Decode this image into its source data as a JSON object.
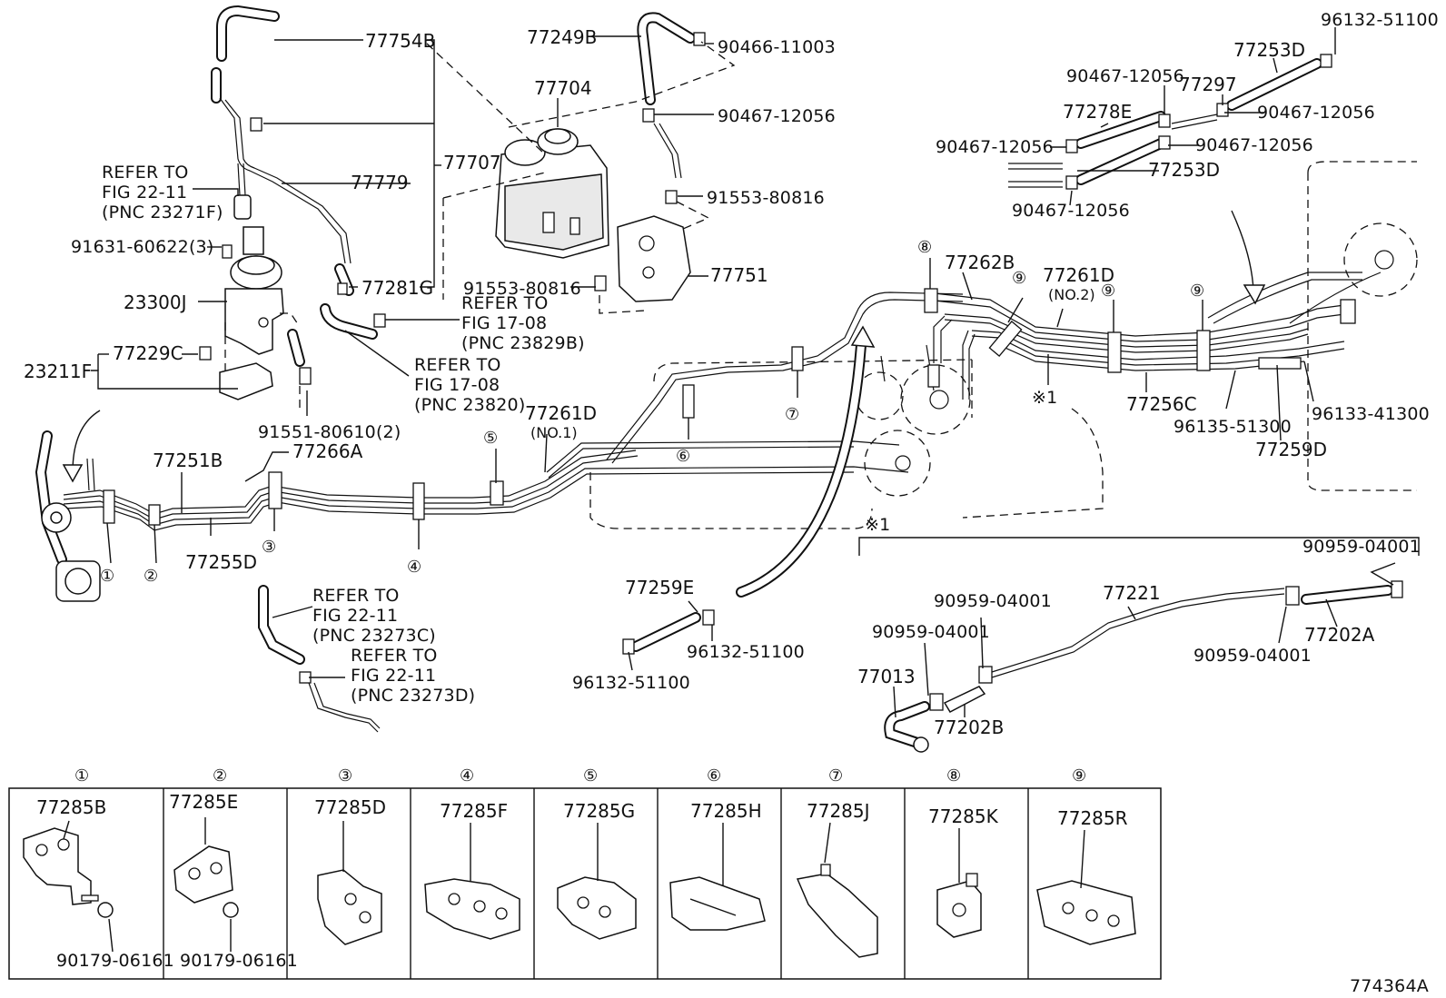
{
  "diagram_id": "774364A",
  "labels": {
    "p77754B": "77754B",
    "p77249B": "77249B",
    "p90466_11003": "90466-11003",
    "p77704": "77704",
    "p90467_12056_a": "90467-12056",
    "p77707": "77707",
    "p77779": "77779",
    "p91553_80816_a": "91553-80816",
    "p91631": "91631-60622(3)",
    "p23300J": "23300J",
    "p77281G": "77281G",
    "p91553_80816_b": "91553-80816",
    "p77751": "77751",
    "p23211F": "23211F",
    "p77229C": "77229C",
    "p91551": "91551-80610(2)",
    "p77251B": "77251B",
    "p77266A": "77266A",
    "p77255D": "77255D",
    "p77261D_1": "77261D",
    "p77261D_1_sub": "(NO.1)",
    "p77261D_2": "77261D",
    "p77261D_2_sub": "(NO.2)",
    "p77262B": "77262B",
    "p77256C": "77256C",
    "p96135": "96135-51300",
    "p96133": "96133-41300",
    "p77259D": "77259D",
    "p96132_51100_top": "96132-51100",
    "p77253D_top": "77253D",
    "p90467_12056_b": "90467-12056",
    "p77297": "77297",
    "p77278E": "77278E",
    "p90467_12056_c": "90467-12056",
    "p90467_12056_d": "90467-12056",
    "p90467_12056_e": "90467-12056",
    "p77253D_mid": "77253D",
    "p90467_12056_f": "90467-12056",
    "p77259E": "77259E",
    "p96132_51100_b": "96132-51100",
    "p96132_51100_c": "96132-51100",
    "p90959_a": "90959-04001",
    "p90959_b": "90959-04001",
    "p90959_c": "90959-04001",
    "p90959_d": "90959-04001",
    "p77221": "77221",
    "p77202A": "77202A",
    "p77013": "77013",
    "p77202B": "77202B",
    "note_mark": "※1"
  },
  "refers": {
    "r1": {
      "l1": "REFER TO",
      "l2": "FIG 22-11",
      "l3": "(PNC 23271F)"
    },
    "r2": {
      "l1": "REFER TO",
      "l2": "FIG 17-08",
      "l3": "(PNC 23829B)"
    },
    "r3": {
      "l1": "REFER TO",
      "l2": "FIG 17-08",
      "l3": "(PNC 23820)"
    },
    "r4": {
      "l1": "REFER TO",
      "l2": "FIG 22-11",
      "l3": "(PNC 23273C)"
    },
    "r5": {
      "l1": "REFER TO",
      "l2": "FIG 22-11",
      "l3": "(PNC 23273D)"
    }
  },
  "clamp_markers": [
    "①",
    "②",
    "③",
    "④",
    "⑤",
    "⑥",
    "⑦",
    "⑧",
    "⑨"
  ],
  "clamp_table": [
    {
      "marker": "①",
      "part": "77285B",
      "extra": "90179-06161"
    },
    {
      "marker": "②",
      "part": "77285E",
      "extra": "90179-06161"
    },
    {
      "marker": "③",
      "part": "77285D",
      "extra": ""
    },
    {
      "marker": "④",
      "part": "77285F",
      "extra": ""
    },
    {
      "marker": "⑤",
      "part": "77285G",
      "extra": ""
    },
    {
      "marker": "⑥",
      "part": "77285H",
      "extra": ""
    },
    {
      "marker": "⑦",
      "part": "77285J",
      "extra": ""
    },
    {
      "marker": "⑧",
      "part": "77285K",
      "extra": ""
    },
    {
      "marker": "⑨",
      "part": "77285R",
      "extra": ""
    }
  ]
}
